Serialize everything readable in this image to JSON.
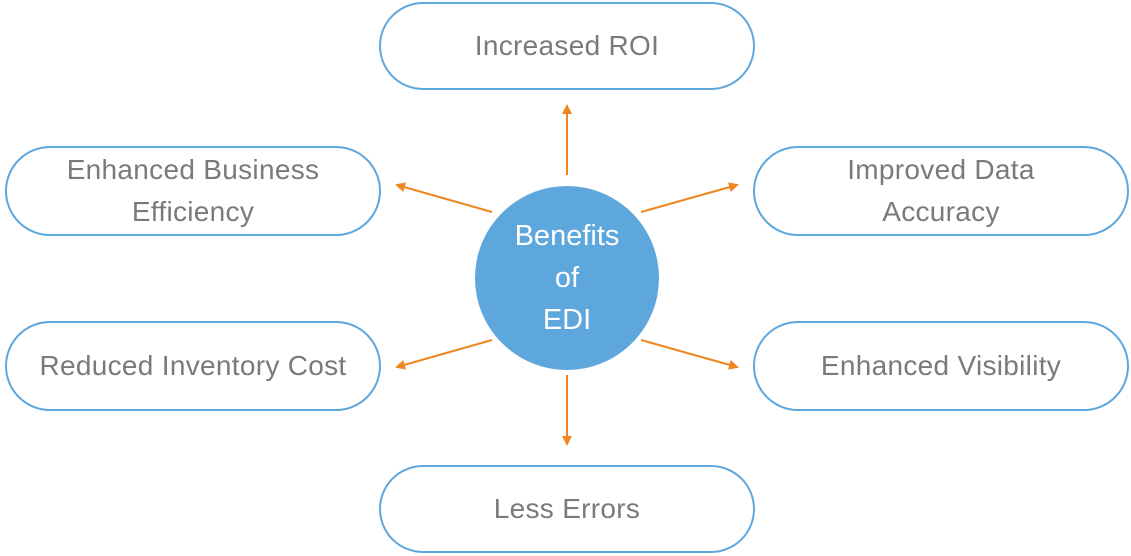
{
  "center": {
    "label": "Benefits\nof\nEDI"
  },
  "benefits": {
    "top": "Increased ROI",
    "upper_left": "Enhanced Business Efficiency",
    "upper_right": "Improved Data Accuracy",
    "lower_left": "Reduced Inventory Cost",
    "lower_right": "Enhanced Visibility",
    "bottom": "Less Errors"
  },
  "colors": {
    "accent_blue": "#5ea7dd",
    "arrow_orange": "#f0861f",
    "text_gray": "#7a7a7a"
  }
}
